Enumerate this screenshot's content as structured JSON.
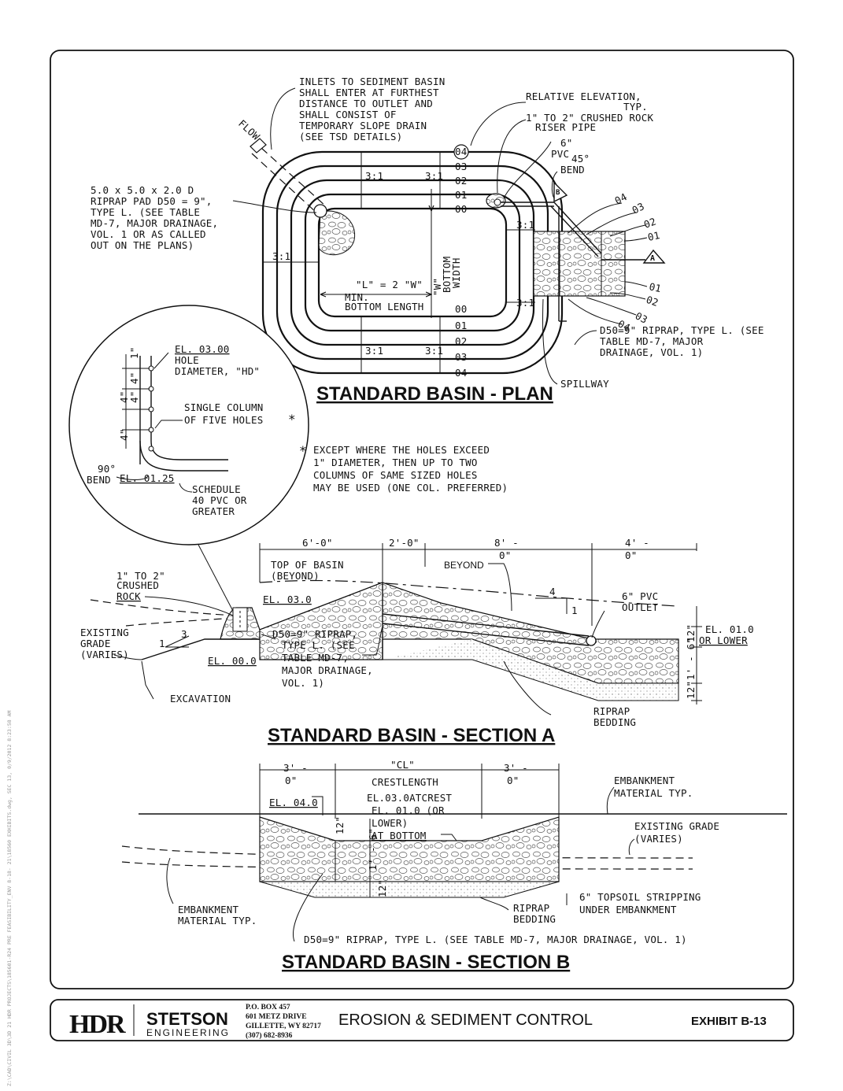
{
  "side_text": "Z:\\CAD\\CIVIL 3D\\3D 21 HDR PROJECTS\\185601-R24 PRE FEASIBILITY_ENV 8-18- 21\\18560 EXHIBITS.dwg, SEC 13, 0/9/2012 8:23:58 AM",
  "plan": {
    "title": "STANDARD BASIN - PLAN",
    "inlet_note": [
      "INLETS TO SEDIMENT BASIN",
      "SHALL ENTER AT FURTHEST",
      "DISTANCE TO OUTLET AND",
      "SHALL CONSIST OF",
      "TEMPORARY SLOPE DRAIN",
      "(SEE TSD DETAILS)"
    ],
    "flow": "FLOW",
    "relative_elevation": [
      "RELATIVE ELEVATION,",
      "TYP."
    ],
    "crushed_rock": "1\" TO 2\" CRUSHED ROCK",
    "riser_pipe": "RISER PIPE",
    "pvc_bend": [
      "6\"",
      "PVC",
      "45°",
      "BEND"
    ],
    "riprap_pad": [
      "5.0 x 5.0 x 2.0 D",
      "RIPRAP PAD D50 = 9\",",
      "TYPE L. (SEE TABLE",
      "MD-7, MAJOR DRAINAGE,",
      "VOL. 1 OR AS CALLED",
      "OUT ON THE PLANS)"
    ],
    "slope": "3:1",
    "contours_top": [
      "04",
      "03",
      "02",
      "01",
      "00"
    ],
    "contours_bottom": [
      "00",
      "01",
      "02",
      "03",
      "04"
    ],
    "contours_spill_top": [
      "04",
      "03",
      "02",
      "01"
    ],
    "contours_spill_bottom": [
      "01",
      "02",
      "03",
      "04"
    ],
    "length_label": "\"L\" = 2 \"W\"",
    "min_bottom_length": [
      "MIN.",
      "BOTTOM LENGTH"
    ],
    "width_label": [
      "\"W\"",
      "BOTTOM",
      "WIDTH"
    ],
    "riprap_note": [
      "D50=9\" RIPRAP, TYPE L. (SEE",
      "TABLE MD-7, MAJOR",
      "DRAINAGE, VOL. 1)"
    ],
    "spillway": "SPILLWAY",
    "section_a_marker": "A",
    "section_b_marker": "B"
  },
  "detail": {
    "el_top": "EL. 03.00",
    "hole_dia": [
      "HOLE",
      "DIAMETER, \"HD\""
    ],
    "single_column": [
      "SINGLE COLUMN",
      "OF FIVE HOLES"
    ],
    "spacing": [
      "1\"",
      "4\"",
      "4\"",
      "4\"",
      "4\""
    ],
    "bend": [
      "90°",
      "BEND"
    ],
    "el_bottom": "EL. 01.25",
    "schedule": [
      "SCHEDULE",
      "40 PVC OR",
      "GREATER"
    ],
    "except_note": [
      "EXCEPT WHERE THE HOLES EXCEED",
      "1\" DIAMETER, THEN UP TO TWO",
      "COLUMNS OF SAME SIZED HOLES",
      "MAY BE USED (ONE COL. PREFERRED)"
    ],
    "asterisk": "*"
  },
  "section_a": {
    "title": "STANDARD BASIN - SECTION A",
    "dims": [
      "6'-0\"",
      "2'-0\"",
      "8' -",
      "0\"",
      "4' -",
      "0\""
    ],
    "top_of_basin": [
      "TOP OF BASIN",
      "(BEYOND)"
    ],
    "beyond": "BEYOND",
    "crushed_rock": [
      "1\" TO 2\"",
      "CRUSHED",
      "ROCK"
    ],
    "el_03": "EL. 03.0",
    "el_00": "EL. 00.0",
    "el_01": [
      "EL. 01.0",
      "OR LOWER"
    ],
    "existing_grade": [
      "EXISTING",
      "GRADE",
      "(VARIES)"
    ],
    "slope_3": "3",
    "slope_1": "1",
    "slope_4": "4",
    "slope_1b": "1",
    "riprap": [
      "D50=9\" RIPRAP,",
      "TYPE L. (SEE",
      "TABLE MD-7,",
      "MAJOR DRAINAGE,",
      "VOL. 1)"
    ],
    "pvc_outlet": [
      "6\" PVC",
      "OUTLET"
    ],
    "excavation": "EXCAVATION",
    "bedding": [
      "RIPRAP",
      "BEDDING"
    ],
    "vert_dims": [
      "12\"",
      "1' - 6\"",
      "12\""
    ]
  },
  "section_b": {
    "title": "STANDARD BASIN - SECTION B",
    "dims": [
      "3' -",
      "0\"",
      "\"CL\"",
      "CRESTLENGTH",
      "3' -",
      "0\""
    ],
    "el_04": "EL. 04.0",
    "el_crest": "EL.03.0ATCREST",
    "el_bottom": [
      "EL. 01.0 (OR",
      "LOWER)",
      "AT BOTTOM"
    ],
    "embankment_top": [
      "EMBANKMENT",
      "MATERIAL TYP."
    ],
    "existing_grade": [
      "EXISTING GRADE",
      "(VARIES)"
    ],
    "embankment_left": [
      "EMBANKMENT",
      "MATERIAL TYP."
    ],
    "bedding": [
      "RIPRAP",
      "BEDDING"
    ],
    "topsoil": [
      "6\" TOPSOIL STRIPPING",
      "UNDER EMBANKMENT"
    ],
    "riprap": "D50=9\" RIPRAP, TYPE L. (SEE TABLE MD-7, MAJOR DRAINAGE, VOL. 1)",
    "vert_dims": [
      "12\"",
      "1' - 6\"",
      "12\""
    ]
  },
  "footer": {
    "logo_hdr": "HDR",
    "logo_stetson": "STETSON",
    "logo_engineering": "ENGINEERING",
    "address": [
      "P.O. BOX 457",
      "601 METZ DRIVE",
      "GILLETTE, WY  82717",
      "(307) 682-8936"
    ],
    "title": "EROSION & SEDIMENT CONTROL",
    "exhibit": "EXHIBIT B-13"
  }
}
